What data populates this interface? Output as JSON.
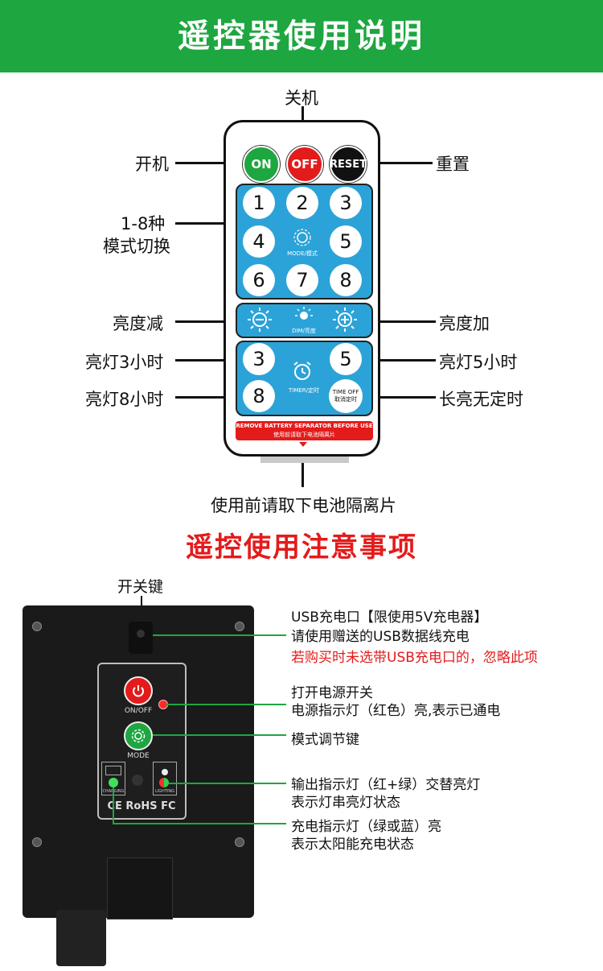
{
  "header": {
    "title": "遥控器使用说明"
  },
  "remote": {
    "labels": {
      "off": "关机",
      "on": "开机",
      "reset": "重置",
      "modes_line1": "1-8种",
      "modes_line2": "模式切换",
      "dim_down": "亮度减",
      "dim_up": "亮度加",
      "timer3": "亮灯3小时",
      "timer5": "亮灯5小时",
      "timer8": "亮灯8小时",
      "always_on": "长亮无定时",
      "remove_tab": "使用前请取下电池隔离片"
    },
    "buttons": {
      "on": "ON",
      "off": "OFF",
      "reset": "RESET",
      "numbers": [
        "1",
        "2",
        "3",
        "4",
        "5",
        "6",
        "7",
        "8"
      ],
      "mode_caption": "MODE/模式",
      "dim_caption": "DIM/亮度",
      "timer3": "3",
      "timer5": "5",
      "timer8": "8",
      "timer_caption": "TIMER/定时",
      "timeoff_line1": "TIME OFF",
      "timeoff_line2": "取消定时"
    },
    "warning_line1": "REMOVE BATTERY SEPARATOR BEFORE USE",
    "warning_line2": "使用前请取下电池隔离片",
    "colors": {
      "panel": "#2ba3d8",
      "on": "#1ea640",
      "off": "#e31b1b",
      "reset": "#111111"
    }
  },
  "notice": {
    "title": "遥控使用注意事项",
    "switch_key": "开关键",
    "usb_line1": "USB充电口【限使用5V充电器】",
    "usb_line2": "请使用赠送的USB数据线充电",
    "usb_line3": "若购买时未选带USB充电口的，忽略此项",
    "power_line1": "打开电源开关",
    "power_line2": "电源指示灯（红色）亮,表示已通电",
    "mode_key": "模式调节键",
    "output_line1": "输出指示灯（红+绿）交替亮灯",
    "output_line2": "表示灯串亮灯状态",
    "charge_line1": "充电指示灯（绿或蓝）亮",
    "charge_line2": "表示太阳能充电状态"
  },
  "device": {
    "onoff_caption": "ON/OFF",
    "mode_caption": "MODE",
    "charging_caption": "CHARGING",
    "lighting_caption": "LIGHTING",
    "certs": "CE RoHS FC"
  }
}
